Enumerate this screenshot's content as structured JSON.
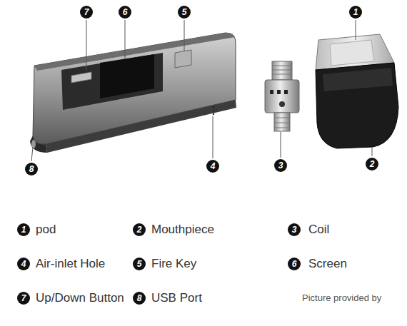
{
  "diagram": {
    "nodes": [
      {
        "text": [
          "7"
        ]
      },
      {
        "text": [
          "6"
        ]
      },
      {
        "text": [
          "5"
        ]
      },
      {
        "text": [
          "1"
        ]
      },
      {
        "text": [
          "8"
        ]
      },
      {
        "text": [
          "4"
        ]
      },
      {
        "text": [
          "3"
        ]
      },
      {
        "text": [
          "2"
        ]
      },
      {
        "text": [
          "1"
        ]
      },
      {
        "text": [
          "2"
        ]
      },
      {
        "text": [
          "3"
        ]
      },
      {
        "text": [
          "4"
        ]
      },
      {
        "text": [
          "5"
        ]
      },
      {
        "text": [
          "6"
        ]
      },
      {
        "text": [
          "7"
        ]
      },
      {
        "text": [
          "8"
        ]
      }
    ],
    "labels": [
      "pod",
      "Mouthpiece",
      "Coil",
      "Air-inlet Hole",
      "Fire Key",
      "Screen",
      "Up/Down Button",
      "USB Port",
      "Picture provided by"
    ]
  }
}
